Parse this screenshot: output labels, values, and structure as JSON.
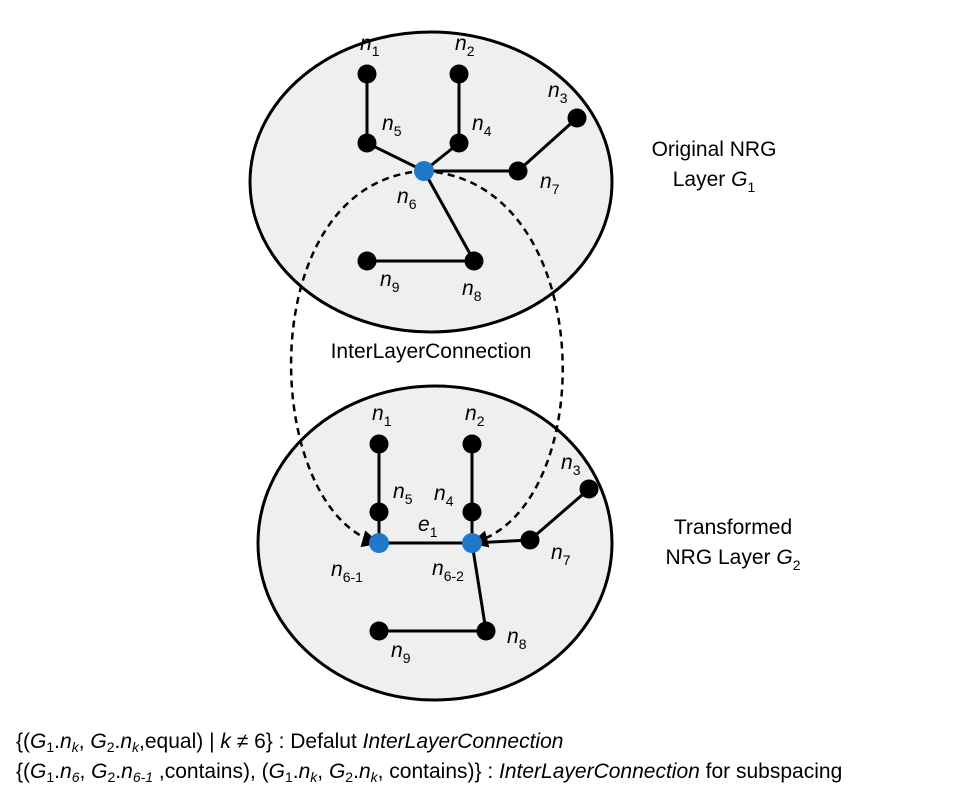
{
  "top_layer": {
    "title_line1": "Original NRG",
    "title_line2_text": "Layer ",
    "title_line2_var": "G",
    "title_line2_sub": "1",
    "nodes": [
      {
        "id": "n1",
        "base": "n",
        "sub": "1",
        "color": "black"
      },
      {
        "id": "n2",
        "base": "n",
        "sub": "2",
        "color": "black"
      },
      {
        "id": "n3",
        "base": "n",
        "sub": "3",
        "color": "black"
      },
      {
        "id": "n4",
        "base": "n",
        "sub": "4",
        "color": "black"
      },
      {
        "id": "n5",
        "base": "n",
        "sub": "5",
        "color": "black"
      },
      {
        "id": "n6",
        "base": "n",
        "sub": "6",
        "color": "blue"
      },
      {
        "id": "n7",
        "base": "n",
        "sub": "7",
        "color": "black"
      },
      {
        "id": "n8",
        "base": "n",
        "sub": "8",
        "color": "black"
      },
      {
        "id": "n9",
        "base": "n",
        "sub": "9",
        "color": "black"
      }
    ],
    "edges": [
      [
        "n1",
        "n5"
      ],
      [
        "n2",
        "n4"
      ],
      [
        "n5",
        "n6"
      ],
      [
        "n4",
        "n6"
      ],
      [
        "n6",
        "n7"
      ],
      [
        "n7",
        "n3"
      ],
      [
        "n6",
        "n8"
      ],
      [
        "n9",
        "n8"
      ]
    ]
  },
  "bottom_layer": {
    "title_line1": "Transformed",
    "title_line2_text": "NRG Layer ",
    "title_line2_var": "G",
    "title_line2_sub": "2",
    "nodes": [
      {
        "id": "n1",
        "base": "n",
        "sub": "1",
        "color": "black"
      },
      {
        "id": "n2",
        "base": "n",
        "sub": "2",
        "color": "black"
      },
      {
        "id": "n3",
        "base": "n",
        "sub": "3",
        "color": "black"
      },
      {
        "id": "n4",
        "base": "n",
        "sub": "4",
        "color": "black"
      },
      {
        "id": "n5",
        "base": "n",
        "sub": "5",
        "color": "black"
      },
      {
        "id": "n6-1",
        "base": "n",
        "sub": "6-1",
        "color": "blue"
      },
      {
        "id": "n6-2",
        "base": "n",
        "sub": "6-2",
        "color": "blue"
      },
      {
        "id": "n7",
        "base": "n",
        "sub": "7",
        "color": "black"
      },
      {
        "id": "n8",
        "base": "n",
        "sub": "8",
        "color": "black"
      },
      {
        "id": "n9",
        "base": "n",
        "sub": "9",
        "color": "black"
      }
    ],
    "edges": [
      [
        "n1",
        "n5"
      ],
      [
        "n5",
        "n6-1"
      ],
      [
        "n6-1",
        "n6-2"
      ],
      [
        "n2",
        "n4"
      ],
      [
        "n4",
        "n6-2"
      ],
      [
        "n7",
        "n6-2"
      ],
      [
        "n3",
        "n7"
      ],
      [
        "n6-2",
        "n8"
      ],
      [
        "n9",
        "n8"
      ]
    ],
    "edge_label": {
      "base": "e",
      "sub": "1"
    }
  },
  "connection_label": "InterLayerConnection",
  "colors": {
    "node": "#000000",
    "highlight_node": "#1f78c8",
    "layer_fill": "#efefef",
    "line": "#000000"
  },
  "captions": [
    {
      "p1": "{(",
      "g1": "G",
      "g1sub": "1",
      "dot1": ".",
      "n1": "n",
      "n1sub": "k",
      "p2": ", ",
      "g2": "G",
      "g2sub": "2",
      "dot2": ".",
      "n2": "n",
      "n2sub": "k",
      "p3": ",equal) | ",
      "k": "k",
      "neq": " ≠ 6} : Defalut ",
      "ilc": "InterLayerConnection"
    },
    {
      "p1": "{(",
      "g1": "G",
      "g1sub": "1",
      "dot1": ".",
      "n1": "n",
      "n1sub": "6",
      "p2": ", ",
      "g2": "G",
      "g2sub": "2",
      "dot2": ".",
      "n2": "n",
      "n2sub": "6-1",
      "p3": " ,contains), (",
      "g3": "G",
      "g3sub": "1",
      "dot3": ".",
      "n3": "n",
      "n3sub": "k",
      "p4": ", ",
      "g4": "G",
      "g4sub": "2",
      "dot4": ".",
      "n4": "n",
      "n4sub": "k",
      "p5": ", contains)} : ",
      "ilc": "InterLayerConnection",
      "tail": " for subspacing"
    }
  ]
}
